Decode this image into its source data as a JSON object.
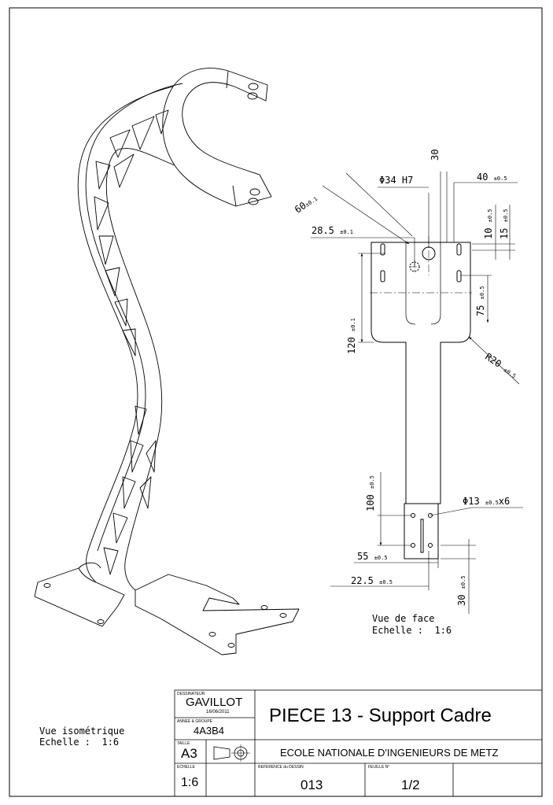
{
  "drawing": {
    "dimensions": {
      "d_60": "60",
      "d_60_tol": "±0.1",
      "d_phi34": "Φ34 H7",
      "d_30_top": "30",
      "d_40": "40",
      "d_40_tol": "±0.5",
      "d_28_5": "28.5",
      "d_28_5_tol": "±0.1",
      "d_10": "10",
      "d_10_tol": "±0.5",
      "d_15": "15",
      "d_15_tol": "±0.5",
      "d_75": "75",
      "d_75_tol": "±0.5",
      "d_120": "120",
      "d_120_tol": "±0.1",
      "d_r20": "R20",
      "d_r20_tol": "±0.5",
      "d_100": "100",
      "d_100_tol": "±0.5",
      "d_phi13": "Φ13",
      "d_phi13_tol": "±0.5",
      "d_phi13_qty": "x6",
      "d_55": "55",
      "d_55_tol": "±0.5",
      "d_22_5": "22.5",
      "d_22_5_tol": "±0.5",
      "d_30_bottom": "30",
      "d_30_bottom_tol": "±0.5"
    },
    "front_view_caption": {
      "line1": "Vue de face",
      "line2": "Echelle :  1:6"
    },
    "iso_view_caption": {
      "line1": "Vue isométrique",
      "line2": "Echelle :  1:6"
    }
  },
  "title_block": {
    "designer_label": "DESSINATEUR",
    "designer_name": "GAVILLOT",
    "date": "16/06/2011",
    "year_group_label": "ANNEE & GROUPE",
    "year_group": "4A3B4",
    "size_label": "TAILLE",
    "size": "A3",
    "scale_label": "ECHELLE",
    "scale": "1:6",
    "title": "PIECE 13 - Support Cadre",
    "school": "ECOLE NATIONALE D'INGENIEURS DE METZ",
    "reference_label": "REFERENCE du DESSIN",
    "reference": "013",
    "sheet_label": "FEUILLE N°",
    "sheet": "1/2"
  }
}
